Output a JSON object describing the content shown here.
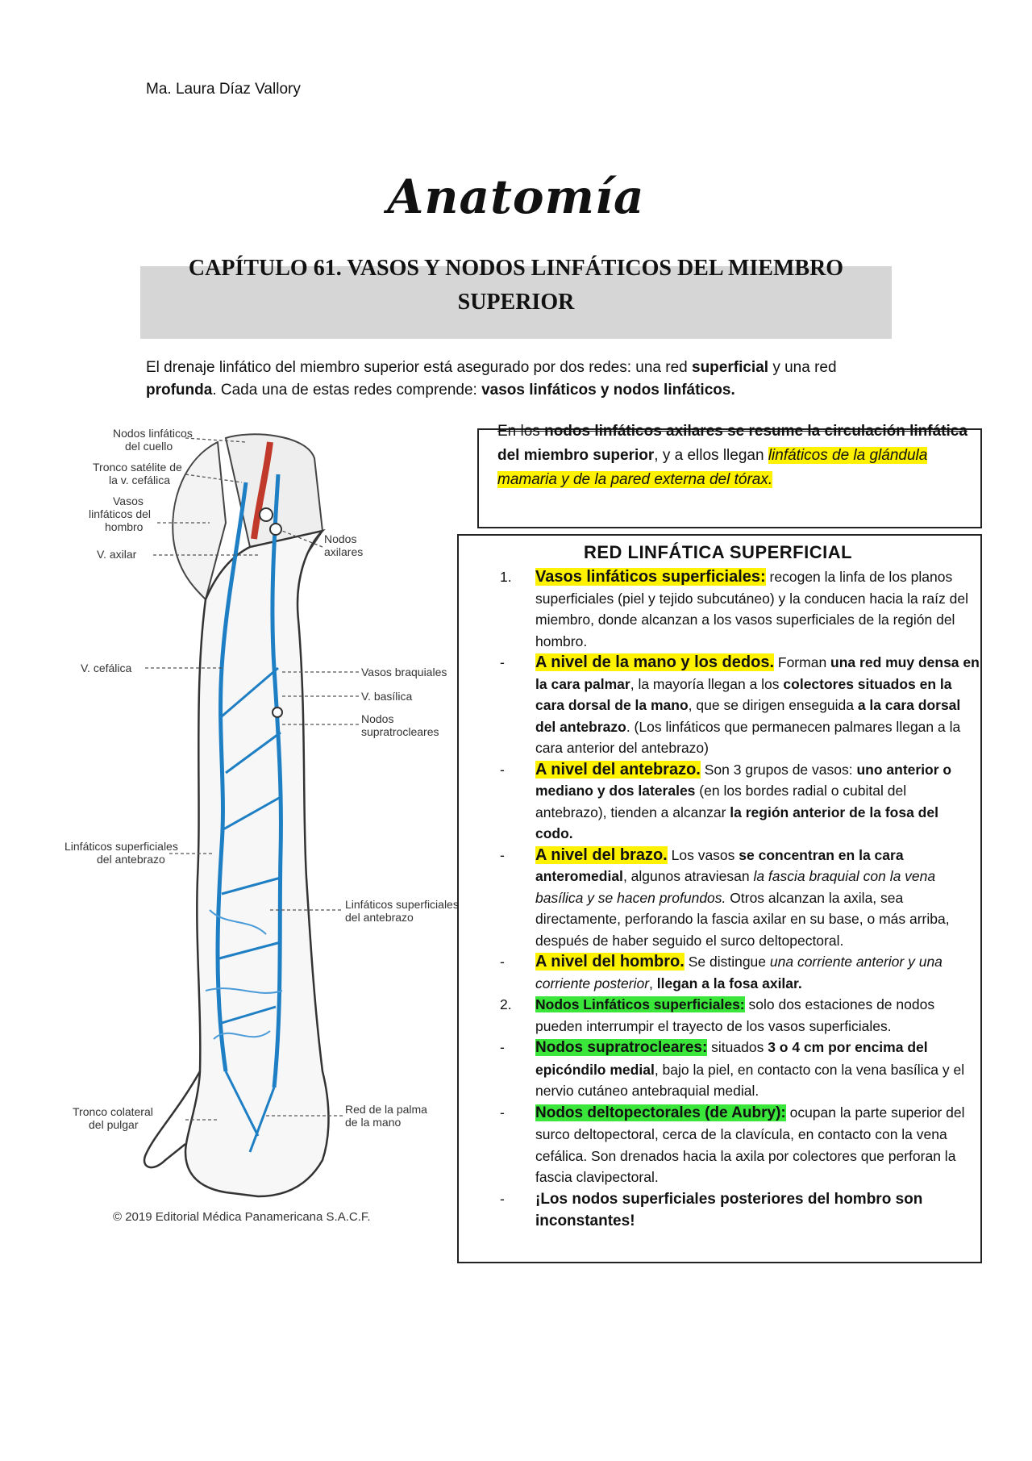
{
  "header": {
    "author": "Ma. Laura Díaz Vallory",
    "title": "Anatomía"
  },
  "chapter": {
    "line1": "Capítulo 61. Vasos y nodos linfáticos del miembro",
    "line2": "superior"
  },
  "intro": {
    "t1": "El drenaje linfático del miembro superior está asegurado por dos redes: una red ",
    "b1": "superficial",
    "t2": " y una red ",
    "b2": "profunda",
    "t3": ". Cada una de estas redes comprende: ",
    "b3": "vasos linfáticos y nodos linfáticos."
  },
  "callout": {
    "s1": "En los ",
    "s2": "nodos linfáticos axilares se resume la circulación linfática",
    "b1": "del miembro superior",
    "t1": ", y a ellos llegan ",
    "i1": "linfáticos de la glándula mamaria y de la pared externa del tórax."
  },
  "figure": {
    "labels": {
      "cuello": [
        "Nodos linfáticos",
        "del cuello"
      ],
      "tronco": [
        "Tronco satélite de",
        "la v. cefálica"
      ],
      "hombro": [
        "Vasos",
        "linfáticos del",
        "hombro"
      ],
      "axilar": "V. axilar",
      "nodos_axilares": [
        "Nodos",
        "axilares"
      ],
      "cefalica": "V. cefálica",
      "braquiales": "Vasos braquiales",
      "basilica": "V. basílica",
      "supratrocleares": [
        "Nodos",
        "supratrocleares"
      ],
      "linf_antebrazo_l": [
        "Linfáticos superficiales",
        "del antebrazo"
      ],
      "linf_antebrazo_r": [
        "Linfáticos superficiales",
        "del antebrazo"
      ],
      "tronco_pulgar": [
        "Tronco colateral",
        "del pulgar"
      ],
      "red_palma": [
        "Red de la palma",
        "de la mano"
      ]
    },
    "copyright": "© 2019 Editorial Médica Panamericana S.A.C.F."
  },
  "red": {
    "title": "RED LINFÁTICA SUPERFICIAL",
    "i1": {
      "marker": "1.",
      "lead": "Vasos linfáticos superficiales:",
      "text": " recogen la linfa de los planos superficiales (piel y tejido subcutáneo) y la conducen hacia la raíz del miembro, donde alcanzan a los vasos superficiales de la región del hombro."
    },
    "i2": {
      "marker": "-",
      "lead": "A nivel de la mano y los dedos.",
      "t1": " Forman ",
      "b1": "una red muy densa en la cara palmar",
      "t2": ", la mayoría llegan a los ",
      "b2": "colectores situados en la cara dorsal de la mano",
      "t3": ", que se dirigen enseguida ",
      "b3": "a la cara dorsal del antebrazo",
      "t4": ". (Los linfáticos que permanecen palmares llegan a la cara anterior del antebrazo)"
    },
    "i3": {
      "marker": "-",
      "lead": "A nivel del antebrazo.",
      "t1": " Son 3 grupos de vasos: ",
      "b1": "uno anterior o mediano y dos laterales",
      "t2": " (en los bordes radial o cubital del antebrazo), tienden a alcanzar ",
      "b2": "la región anterior de la fosa del codo."
    },
    "i4": {
      "marker": "-",
      "lead": "A nivel del brazo.",
      "t1": " Los vasos ",
      "b1": "se concentran en la cara anteromedial",
      "t2": ", algunos atraviesan ",
      "i1": "la fascia braquial con la vena basílica y se hacen profundos.",
      "t3": " Otros alcanzan la axila, sea directamente, perforando la fascia axilar en su base, o más arriba, después de haber seguido el surco deltopectoral."
    },
    "i5": {
      "marker": "-",
      "lead": "A nivel del hombro.",
      "t1": " Se distingue ",
      "i1": "una corriente anterior y una corriente posterior",
      "t2": ", ",
      "b1": "llegan a la fosa axilar."
    },
    "i6": {
      "marker": "2.",
      "lead": "Nodos Linfáticos superficiales:",
      "text": " solo dos estaciones de nodos pueden interrumpir el trayecto de los vasos superficiales."
    },
    "i7": {
      "marker": "-",
      "lead": "Nodos supratrocleares:",
      "t1": " situados ",
      "b1": "3 o 4 cm por encima del epicóndilo medial",
      "t2": ", bajo la piel, en contacto con la vena basílica y el nervio cutáneo antebraquial medial."
    },
    "i8": {
      "marker": "-",
      "lead": "Nodos deltopectorales (de Aubry):",
      "text": " ocupan la parte superior del surco deltopectoral, cerca de la clavícula, en contacto con la vena cefálica. Son drenados hacia la axila por colectores que perforan la fascia clavipectoral."
    },
    "i9": {
      "marker": "-",
      "text": "¡Los nodos superficiales posteriores del hombro son inconstantes!"
    }
  },
  "colors": {
    "highlight_yellow": "#fff200",
    "highlight_green": "#39e639",
    "vessel_blue": "#1e7fc4",
    "band_gray": "#d6d6d6"
  }
}
